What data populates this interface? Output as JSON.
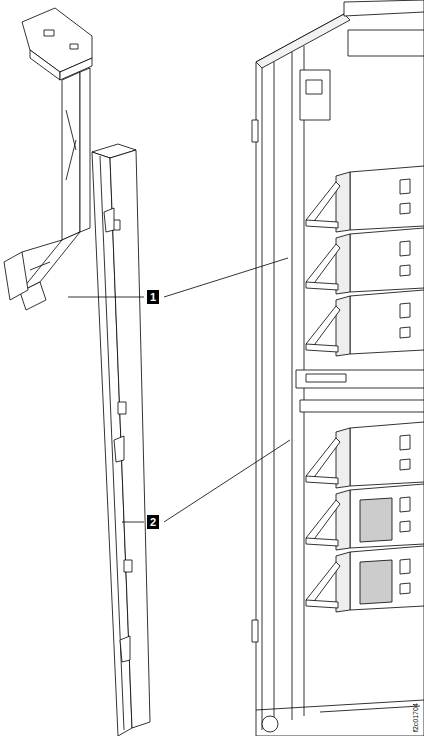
{
  "diagram": {
    "labels": [
      "1",
      "2",
      "f2c01704"
    ]
  }
}
